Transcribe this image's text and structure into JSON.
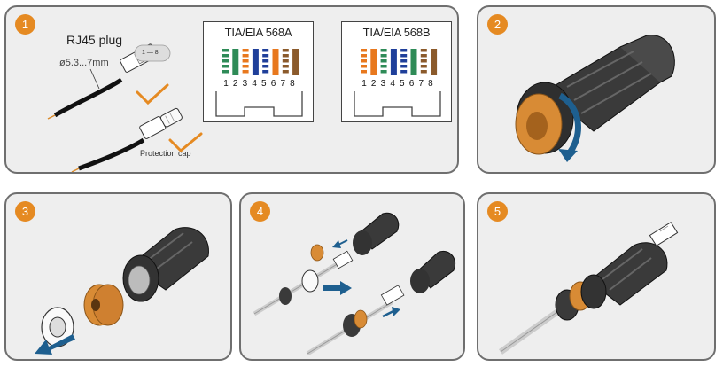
{
  "steps": [
    "1",
    "2",
    "3",
    "4",
    "5"
  ],
  "step1": {
    "plug_label": "RJ45 plug",
    "diameter_label": "ø5.3...7mm",
    "cap_label": "Protection cap",
    "tag_label": "1 — 8"
  },
  "standards": [
    {
      "title": "TIA/EIA 568A",
      "pins": [
        "1",
        "2",
        "3",
        "4",
        "5",
        "6",
        "7",
        "8"
      ],
      "wire_colors": [
        "#2e8b57",
        "#2e8b57",
        "#e8781e",
        "#1f3f9a",
        "#1f3f9a",
        "#e8781e",
        "#8b5a2b",
        "#8b5a2b"
      ],
      "striped": [
        true,
        false,
        true,
        false,
        true,
        false,
        true,
        false
      ]
    },
    {
      "title": "TIA/EIA 568B",
      "pins": [
        "1",
        "2",
        "3",
        "4",
        "5",
        "6",
        "7",
        "8"
      ],
      "wire_colors": [
        "#e8781e",
        "#e8781e",
        "#2e8b57",
        "#1f3f9a",
        "#1f3f9a",
        "#2e8b57",
        "#8b5a2b",
        "#8b5a2b"
      ],
      "striped": [
        true,
        false,
        true,
        false,
        true,
        false,
        true,
        false
      ]
    }
  ],
  "colors": {
    "accent_orange": "#e58a22",
    "arrow_blue": "#1e5f8f",
    "panel_bg": "#eeeeee",
    "panel_border": "#6f6f6f"
  },
  "icons": [
    "checkmark-icon",
    "rotate-arrow-icon",
    "move-arrow-icon"
  ]
}
